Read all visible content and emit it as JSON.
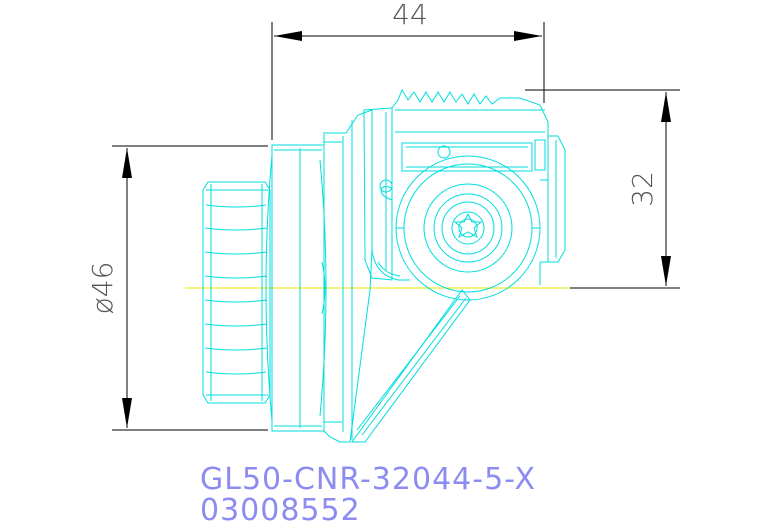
{
  "drawing": {
    "dimensions": {
      "width": "44",
      "height": "32",
      "diameter": "ø46"
    },
    "part_number": "GL50-CNR-32044-5-X",
    "code": "03008552",
    "colors": {
      "dimension": "#000000",
      "part": "#00dede",
      "centerline": "#e6e600",
      "label": "#8c8cf0"
    }
  }
}
